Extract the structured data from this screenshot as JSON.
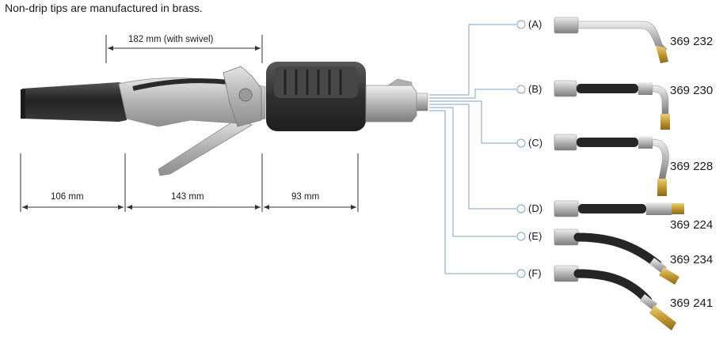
{
  "heading": "Non-drip tips are manufactured in brass.",
  "dimensions": {
    "swivel_length": "182 mm (with swivel)",
    "rear_length": "106 mm",
    "handle_length": "143 mm",
    "meter_length": "93 mm"
  },
  "options": [
    {
      "label": "(A)",
      "code": "369 232",
      "kind": "rigid-bent"
    },
    {
      "label": "(B)",
      "code": "369 230",
      "kind": "hose-bent-short"
    },
    {
      "label": "(C)",
      "code": "369 228",
      "kind": "hose-bent-long"
    },
    {
      "label": "(D)",
      "code": "369 224",
      "kind": "hose-straight"
    },
    {
      "label": "(E)",
      "code": "369 234",
      "kind": "hose-flexible"
    },
    {
      "label": "(F)",
      "code": "369 241",
      "kind": "hose-flexible"
    }
  ],
  "colors": {
    "callout_line": "#7fa3c0",
    "dimension_line": "#333333",
    "grip": "#2e2e2e",
    "body_silver": "#b9b9b9",
    "meter_housing": "#3a3a3a",
    "brass": "#c9a23a",
    "hose": "#262626",
    "fitting": "#c8c8c8"
  }
}
